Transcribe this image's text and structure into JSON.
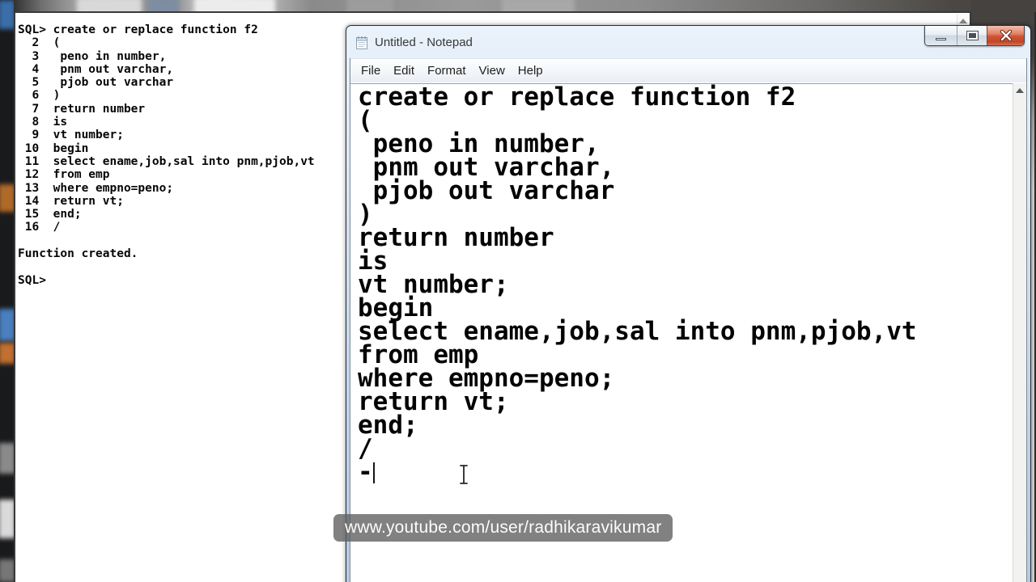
{
  "colors": {
    "titlebar_glass": "#c7d9ee",
    "close_button_red": "#c94a2c",
    "console_text": "#060606",
    "watermark_bg": "rgba(97,97,97,0.8)"
  },
  "sqlplus": {
    "lines": [
      "SQL> create or replace function f2",
      "  2  (",
      "  3   peno in number,",
      "  4   pnm out varchar,",
      "  5   pjob out varchar",
      "  6  )",
      "  7  return number",
      "  8  is",
      "  9  vt number;",
      " 10  begin",
      " 11  select ename,job,sal into pnm,pjob,vt",
      " 12  from emp",
      " 13  where empno=peno;",
      " 14  return vt;",
      " 15  end;",
      " 16  /",
      "",
      "Function created.",
      "",
      "SQL>"
    ]
  },
  "notepad": {
    "title": "Untitled - Notepad",
    "menu": [
      "File",
      "Edit",
      "Format",
      "View",
      "Help"
    ],
    "editor_lines": [
      "create or replace function f2",
      "(",
      " peno in number,",
      " pnm out varchar,",
      " pjob out varchar",
      ")",
      "return number",
      "is",
      "vt number;",
      "begin",
      "select ename,job,sal into pnm,pjob,vt",
      "from emp",
      "where empno=peno;",
      "return vt;",
      "end;",
      "/",
      "-"
    ]
  },
  "watermark": {
    "text": "www.youtube.com/user/radhikaravikumar"
  }
}
